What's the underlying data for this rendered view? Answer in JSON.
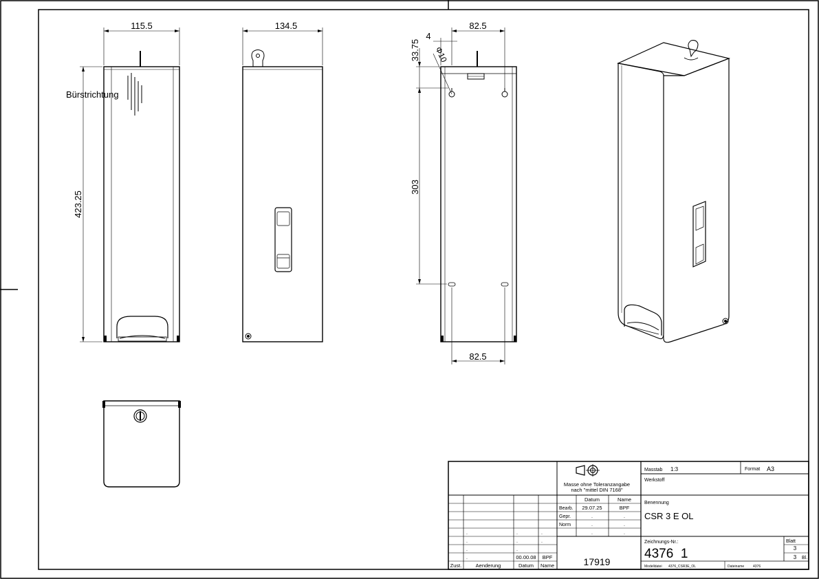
{
  "dimensions": {
    "front_width": "115.5",
    "front_height": "423.25",
    "side_width": "134.5",
    "rear_width_top": "82.5",
    "rear_width_bottom": "82.5",
    "rear_offset": "4",
    "rear_top": "33.75",
    "rear_hole_diameter": "Φ10",
    "rear_hole_spacing": "303"
  },
  "annotations": {
    "brush_direction": "Bürstrichtung"
  },
  "title_block": {
    "masstab_label": "Masstab",
    "masstab_value": "1:3",
    "format_label": "Format",
    "format_value": "A3",
    "werkstoff_label": "Werkstoff",
    "tolerance_line1": "Masse ohne Toleranzangabe",
    "tolerance_line2": "nach \"mittel DIN 7168\"",
    "col_datum": "Datum",
    "col_name": "Name",
    "bearb_label": "Bearb.",
    "bearb_date": "29.07.25",
    "bearb_name": "BPF",
    "gepr_label": "Gepr.",
    "norm_label": "Norm",
    "dot": ".",
    "benennung_label": "Benennung",
    "benennung_value": "CSR 3 E OL",
    "zeichnungs_label": "Zeichnungs-Nr.:",
    "zeichnungs_value": "4376  1",
    "blatt_label": "Blatt",
    "blatt_value": "3",
    "blatt_total": "3",
    "bl_label": "Bl.",
    "project_number": "17919",
    "rev_date": "00.00.08",
    "rev_name": "BPF",
    "zust_label": "Zust.",
    "aenderung_label": "Aenderung",
    "datum_label": "Datum",
    "name_label": "Name",
    "modelldatei_label": "Modelldatei",
    "modelldatei_value": "4376_CSR3E_OL",
    "dateiname_label": "Dateiname",
    "dateiname_value": "4376"
  }
}
